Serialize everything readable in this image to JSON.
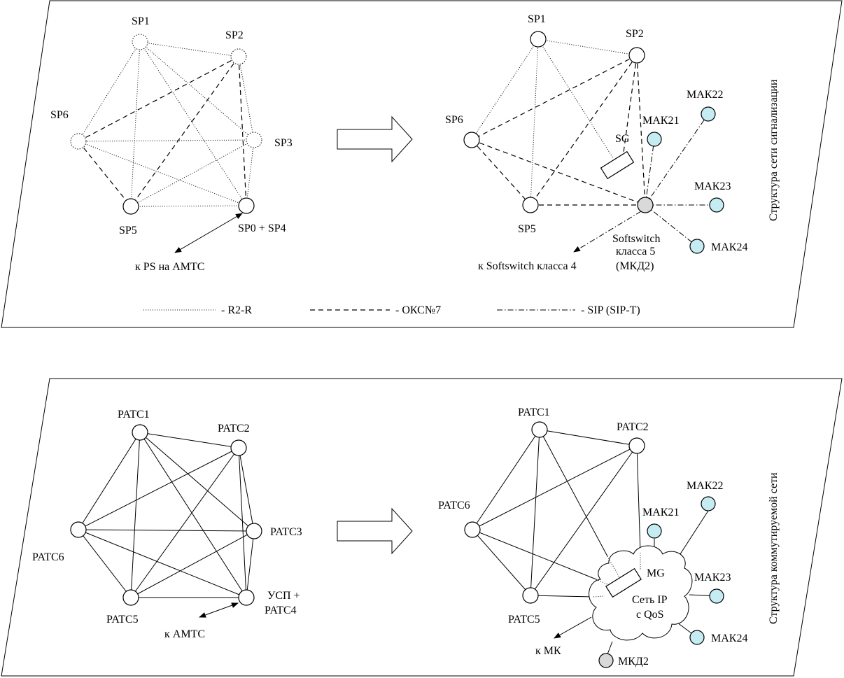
{
  "top": {
    "side_title": "Структура сети сигнализации",
    "left": {
      "nodes": {
        "sp1": "SP1",
        "sp2": "SP2",
        "sp3": "SP3",
        "sp5": "SP5",
        "sp6": "SP6",
        "sp04": "SP0 + SP4"
      },
      "arrow_label": "к PS на АМТС"
    },
    "right": {
      "nodes": {
        "sp1": "SP1",
        "sp2": "SP2",
        "sp5": "SP5",
        "sp6": "SP6"
      },
      "sg": "SG",
      "mak21": "МАК21",
      "mak22": "МАК22",
      "mak23": "МАК23",
      "mak24": "МАК24",
      "softswitch_line1": "Softswitch",
      "softswitch_line2": "класса 5",
      "softswitch_line3": "(МКД2)",
      "arrow_label": "к Softswitch класса 4"
    },
    "legend": {
      "r2": "- R2-R",
      "ss7": "- ОКС№7",
      "sip": "- SIP (SIP-T)"
    }
  },
  "bottom": {
    "side_title": "Структура коммутируемой сети",
    "left": {
      "nodes": {
        "p1": "PATC1",
        "p2": "PATC2",
        "p3": "PATC3",
        "p5": "PATC5",
        "p6": "PATC6"
      },
      "usp_line1": "УСП +",
      "usp_line2": "PATC4",
      "arrow_label": "к АМТС"
    },
    "right": {
      "nodes": {
        "p1": "PATC1",
        "p2": "PATC2",
        "p5": "PATC5",
        "p6": "PATC6"
      },
      "mg": "MG",
      "cloud_line1": "Сеть IP",
      "cloud_line2": "с QoS",
      "mak21": "МАК21",
      "mak22": "МАК22",
      "mak23": "МАК23",
      "mak24": "МАК24",
      "mkd2": "МКД2",
      "arrow_label": "к МК"
    }
  },
  "colors": {
    "mak_fill": "#c5ecf3",
    "softswitch_fill": "#d9d9d9",
    "mkd2_fill": "#d9d9d9"
  }
}
